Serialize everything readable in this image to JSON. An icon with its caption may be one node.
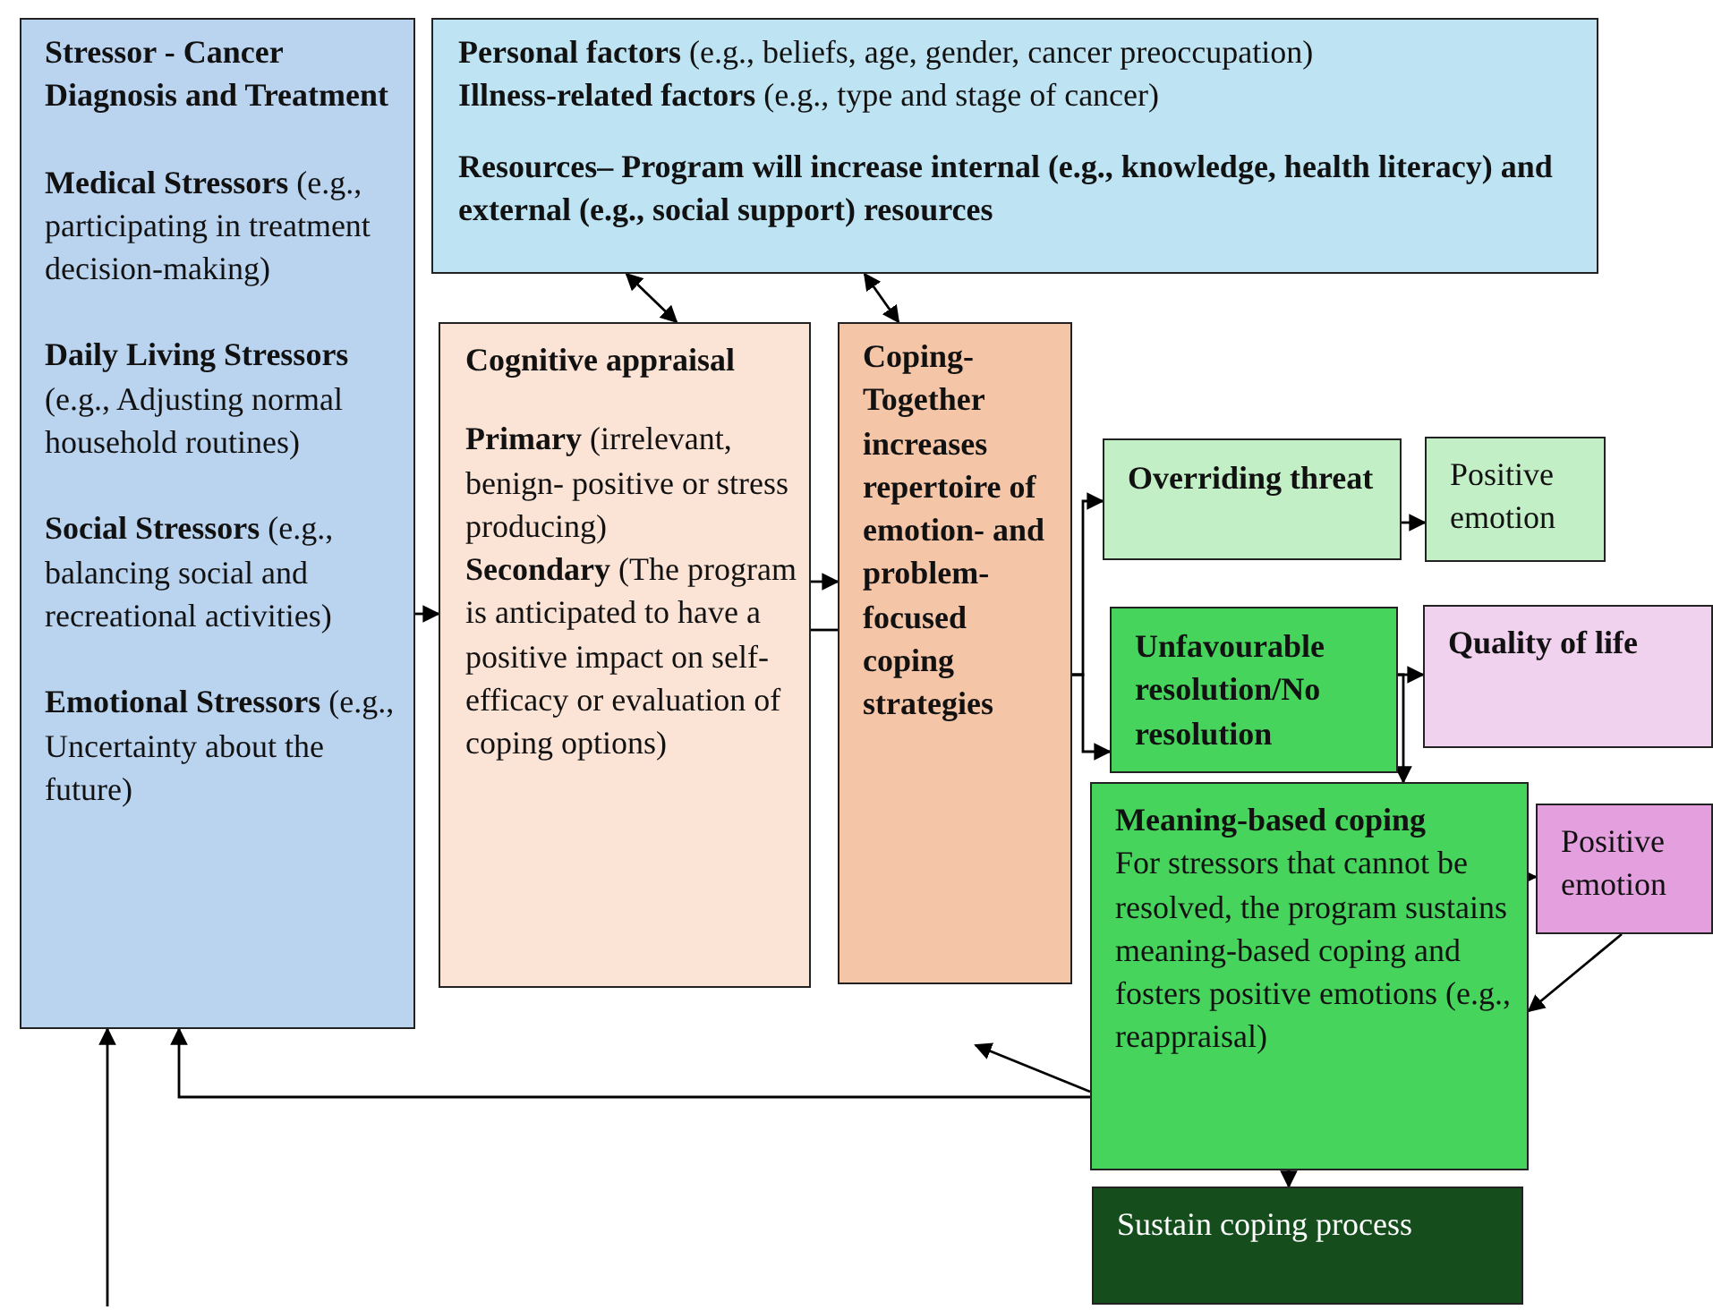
{
  "diagram": {
    "nodes": [
      {
        "text": [
          "Stressor - Cancer Diagnosis and Treatment",
          "**Medical Stressors** (e.g., participating in treatment decision-making)",
          "**Daily Living Stressors** (e.g., Adjusting normal household routines)",
          "**Social Stressors** (e.g., balancing social and recreational activities)",
          "**Emotional Stressors** (e.g., Uncertainty about the future)"
        ]
      },
      {
        "text": [
          "**Personal factors** (e.g., beliefs, age, gender, cancer preoccupation)",
          "**Illness-related factors** (e.g., type and stage of cancer)",
          "Resources– Program will increase internal (e.g., knowledge, health literacy) and external (e.g., social support) resources"
        ]
      },
      {
        "text": [
          "Cognitive appraisal",
          "**Primary** (irrelevant, benign- positive or stress producing)",
          "**Secondary** (The program is anticipated to have a positive impact on self-efficacy or evaluation of coping options)"
        ]
      },
      {
        "text": [
          "Coping-Together increases repertoire of emotion- and problem-focused coping strategies"
        ]
      },
      {
        "text": [
          "Overriding threat"
        ]
      },
      {
        "text": [
          "Positive emotion"
        ]
      },
      {
        "text": [
          "Unfavourable resolution/No resolution"
        ]
      },
      {
        "text": [
          "Quality of life"
        ]
      },
      {
        "text": [
          "Meaning-based coping",
          "For stressors that cannot be resolved, the program sustains meaning-based coping and fosters positive emotions (e.g., reappraisal)"
        ]
      },
      {
        "text": [
          "Positive emotion"
        ]
      },
      {
        "text": [
          "Sustain coping process"
        ]
      }
    ],
    "edges": [
      {
        "from": 1,
        "to": 2,
        "arrow": "both"
      },
      {
        "from": 1,
        "to": 3,
        "arrow": "both"
      },
      {
        "from": 0,
        "to": 2,
        "arrow": "to"
      },
      {
        "from": 2,
        "to": 3,
        "arrow": "to"
      },
      {
        "from": 2,
        "to": 3,
        "arrow": "none"
      },
      {
        "from": 3,
        "to": 4,
        "arrow": "to"
      },
      {
        "from": 3,
        "to": 6,
        "arrow": "to"
      },
      {
        "from": 4,
        "to": 5,
        "arrow": "to"
      },
      {
        "from": 6,
        "to": 7,
        "arrow": "to"
      },
      {
        "from": 6,
        "to": 8,
        "arrow": "to"
      },
      {
        "from": 8,
        "to": 9,
        "arrow": "to"
      },
      {
        "from": 9,
        "to": 8,
        "arrow": "to"
      },
      {
        "from": 8,
        "to": null,
        "arrow": "to"
      },
      {
        "from": 8,
        "to": 0,
        "arrow": "to"
      },
      {
        "from": 8,
        "to": 10,
        "arrow": "to"
      },
      {
        "from": null,
        "to": 0,
        "arrow": "to"
      }
    ]
  }
}
